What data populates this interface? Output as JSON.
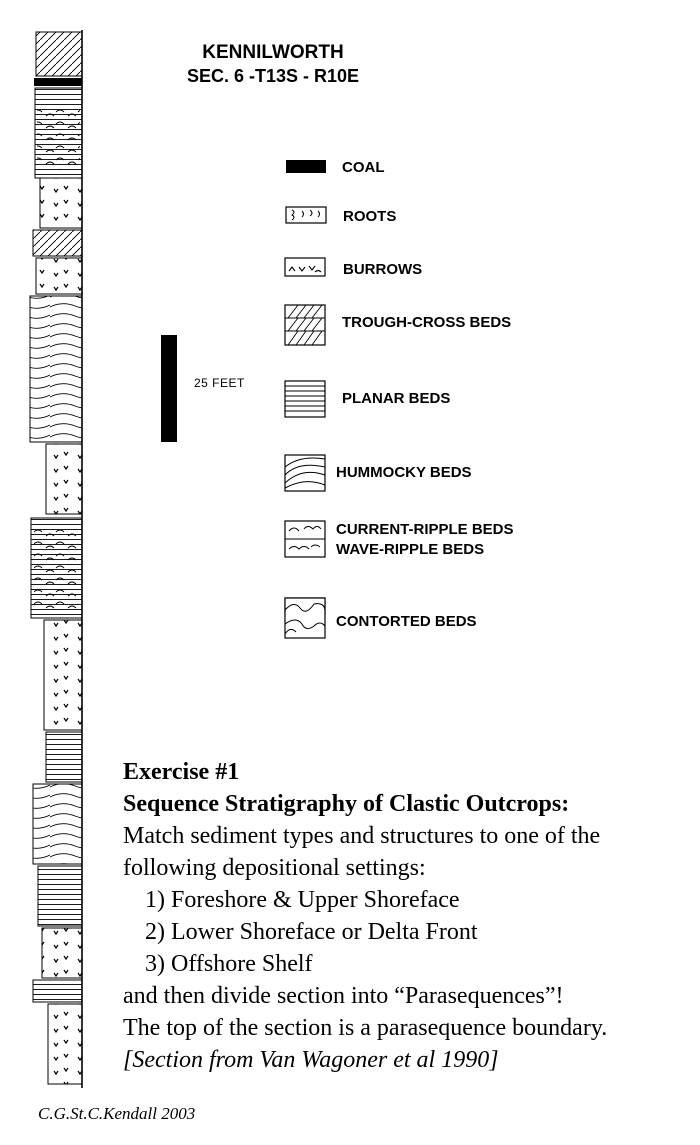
{
  "header": {
    "title_line1": "KENNILWORTH",
    "title_line2": "SEC. 6 -T13S - R10E"
  },
  "legend": {
    "items": [
      {
        "key": "coal",
        "label": "COAL",
        "symbol": "coal-symbol-icon"
      },
      {
        "key": "roots",
        "label": "ROOTS",
        "symbol": "roots-symbol-icon"
      },
      {
        "key": "burrows",
        "label": "BURROWS",
        "symbol": "burrows-symbol-icon"
      },
      {
        "key": "trough",
        "label": "TROUGH-CROSS BEDS",
        "symbol": "trough-cross-symbol-icon"
      },
      {
        "key": "planar",
        "label": "PLANAR BEDS",
        "symbol": "planar-symbol-icon"
      },
      {
        "key": "hummocky",
        "label": "HUMMOCKY BEDS",
        "symbol": "hummocky-symbol-icon"
      },
      {
        "key": "ripple",
        "label": "CURRENT-RIPPLE BEDS",
        "label2": "WAVE-RIPPLE BEDS",
        "symbol": "ripple-symbol-icon"
      },
      {
        "key": "contorted",
        "label": "CONTORTED BEDS",
        "symbol": "contorted-symbol-icon"
      }
    ]
  },
  "scale_bar": {
    "label": "25 FEET"
  },
  "exercise": {
    "heading": "Exercise #1",
    "subheading": "Sequence Stratigraphy of Clastic Outcrops:",
    "intro_line1": "Match sediment types and structures to one of the",
    "intro_line2": "following  depositional settings:",
    "settings": [
      "1) Foreshore & Upper Shoreface",
      "2) Lower Shoreface or Delta Front",
      "3) Offshore Shelf"
    ],
    "instruction_line1": "and then divide section into “Parasequences”!",
    "instruction_line2": "The top of the section is a parasequence boundary.",
    "citation": "[Section from Van Wagoner et al 1990]"
  },
  "footer": {
    "credit": "C.G.St.C.Kendall 2003"
  }
}
